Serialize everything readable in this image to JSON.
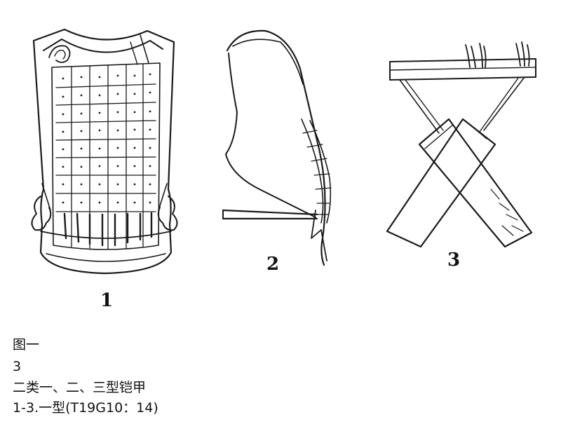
{
  "figure": {
    "panel_labels": [
      "1",
      "2",
      "3"
    ]
  },
  "caption": {
    "line1": "图一",
    "line2": "3",
    "line3": "二类一、二、三型铠甲",
    "line4": "1-3.一型(T19G10：14)"
  }
}
